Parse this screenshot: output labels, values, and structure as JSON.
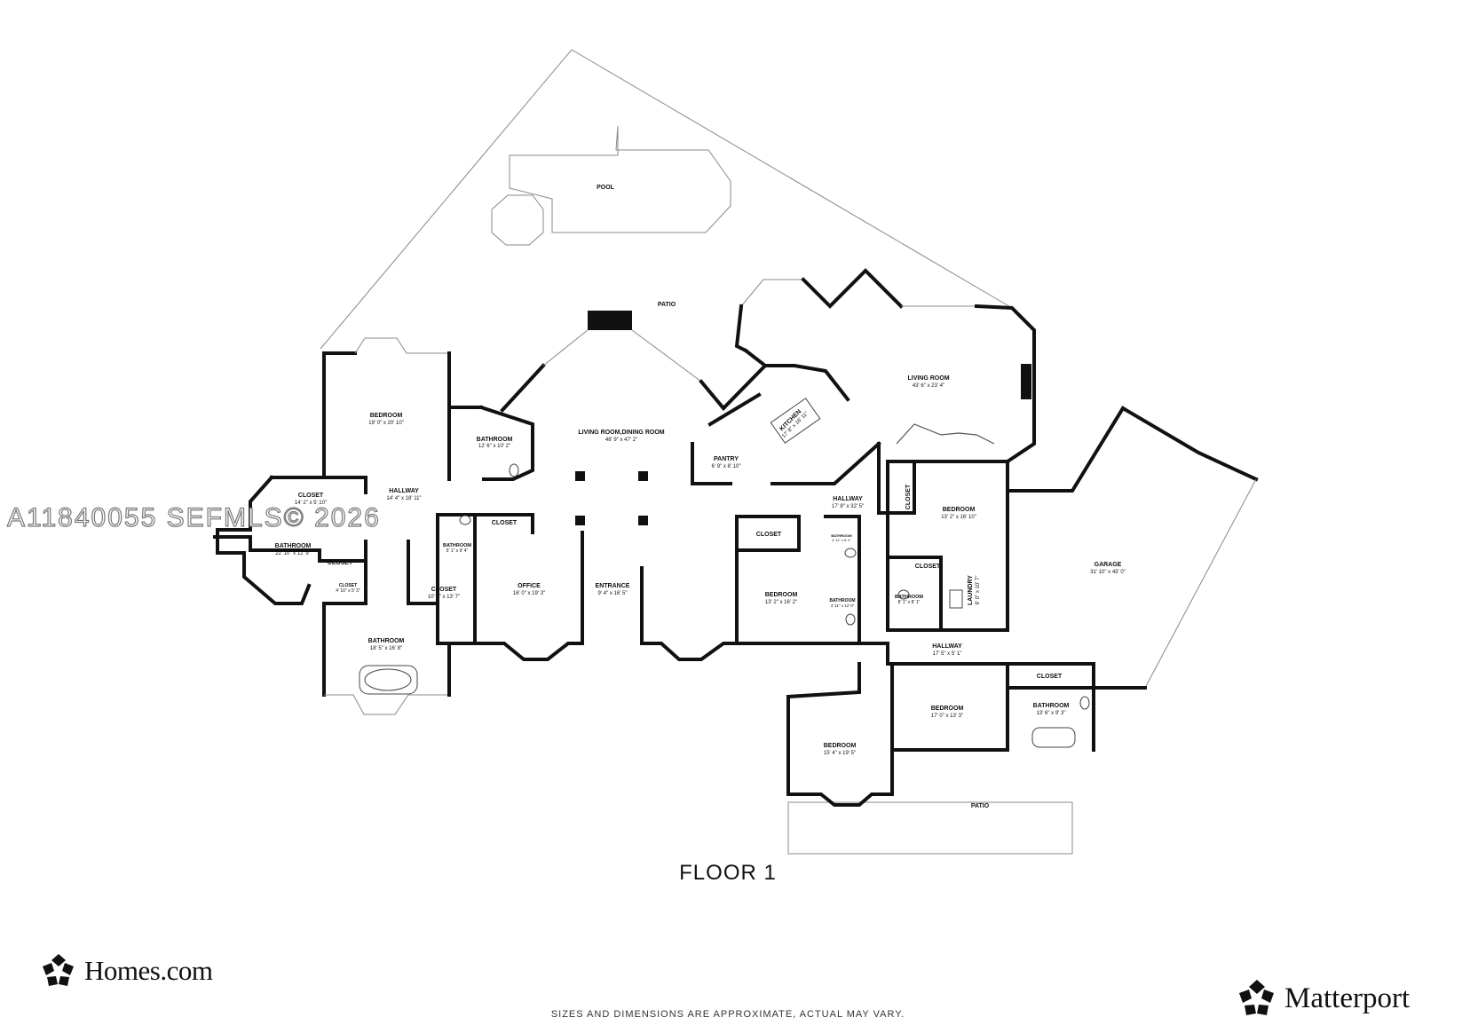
{
  "floor_label": "FLOOR 1",
  "disclaimer": "SIZES AND DIMENSIONS ARE APPROXIMATE, ACTUAL MAY VARY.",
  "watermark": "A11840055 SEFMLS© 2026",
  "brands": {
    "left_name": "Homes.com",
    "left_icon": "pinwheel-logo-icon",
    "right_name": "Matterport",
    "right_icon": "matterport-logo-icon"
  },
  "rooms": [
    {
      "name": "POOL",
      "dim": ""
    },
    {
      "name": "PATIO",
      "dim": ""
    },
    {
      "name": "LIVING ROOM",
      "dim": "43' 6\" x 23' 4\""
    },
    {
      "name": "BEDROOM",
      "dim": "19' 0\" x 20' 10\""
    },
    {
      "name": "BATHROOM",
      "dim": "12' 6\" x 10' 2\""
    },
    {
      "name": "LIVING ROOM,DINING ROOM",
      "dim": "48' 9\" x 47' 2\""
    },
    {
      "name": "KITCHEN",
      "dim": "17' 8\" x 16' 11\""
    },
    {
      "name": "PANTRY",
      "dim": "6' 9\" x 8' 10\""
    },
    {
      "name": "CLOSET",
      "dim": "14' 2\" x 5' 10\""
    },
    {
      "name": "HALLWAY",
      "dim": "14' 4\" x 18' 11\""
    },
    {
      "name": "BATHROOM",
      "dim": "22' 10\" x 12' 9\""
    },
    {
      "name": "CLOSET",
      "dim": ""
    },
    {
      "name": "CLOSET",
      "dim": "4' 10\" x 5' 3\""
    },
    {
      "name": "CLOSET",
      "dim": ""
    },
    {
      "name": "BATHROOM",
      "dim": "5' 1\" x 9' 4\""
    },
    {
      "name": "CLOSET",
      "dim": "10' 0\" x 13' 7\""
    },
    {
      "name": "OFFICE",
      "dim": "16' 0\" x 19' 3\""
    },
    {
      "name": "ENTRANCE",
      "dim": "9' 4\" x 16' 5\""
    },
    {
      "name": "BATHROOM",
      "dim": "18' 5\" x 16' 8\""
    },
    {
      "name": "HALLWAY",
      "dim": "17' 8\" x 32' 5\""
    },
    {
      "name": "CLOSET",
      "dim": ""
    },
    {
      "name": "BEDROOM",
      "dim": "13' 2\" x 16' 2\""
    },
    {
      "name": "BATHROOM",
      "dim": "4' 11\" x 6' 2\""
    },
    {
      "name": "BATHROOM",
      "dim": "4' 11\" x 12' 0\""
    },
    {
      "name": "CLOSET",
      "dim": ""
    },
    {
      "name": "BEDROOM",
      "dim": "13' 2\" x 16' 10\""
    },
    {
      "name": "CLOSET",
      "dim": ""
    },
    {
      "name": "BATHROOM",
      "dim": "8' 1\" x 8' 1\""
    },
    {
      "name": "LAUNDRY",
      "dim": "9' 0\" x 10' 7\""
    },
    {
      "name": "GARAGE",
      "dim": "31' 10\" x 43' 0\""
    },
    {
      "name": "HALLWAY",
      "dim": "17' 5\" x 5' 1\""
    },
    {
      "name": "CLOSET",
      "dim": ""
    },
    {
      "name": "BEDROOM",
      "dim": "17' 0\" x 13' 3\""
    },
    {
      "name": "BATHROOM",
      "dim": "13' 6\" x 9' 3\""
    },
    {
      "name": "BEDROOM",
      "dim": "15' 4\" x 19' 5\""
    },
    {
      "name": "PATIO",
      "dim": ""
    }
  ]
}
